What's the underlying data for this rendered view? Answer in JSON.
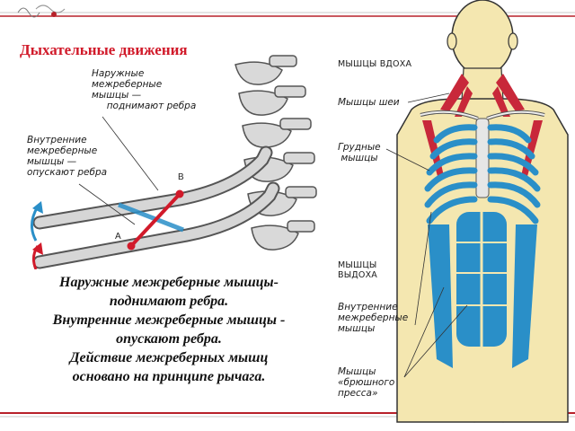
{
  "title": "Дыхательные движения",
  "left_diagram": {
    "label_external": "Наружные\nмежреберные\nмышцы —\n     поднимают ребра",
    "label_internal": "Внутренние\nмежреберные\nмышцы —\nопускают ребра",
    "point_b": "В",
    "point_a": "А"
  },
  "main_text": {
    "line1": "Наружные межреберные мышцы-",
    "line2": "поднимают ребра.",
    "line3": "Внутренние межреберные мышцы -",
    "line4": "опускают ребра.",
    "line5": "Действие межреберных мышц",
    "line6": "основано на принципе рычага."
  },
  "right_diagram": {
    "inhale_heading": "МЫШЦЫ ВДОХА",
    "neck_muscles": "Мышцы шеи",
    "chest_muscles": "Грудные\n мышцы",
    "exhale_heading": "МЫШЦЫ\nВЫДОХА",
    "internal_intercostal": "Внутренние\nмежреберные\nмышцы",
    "abdominal_muscles": "Мышцы\n«брюшного\nпресса»"
  },
  "colors": {
    "title_red": "#d11a2a",
    "muscle_red": "#c8283a",
    "muscle_blue": "#2a8fc8",
    "skin": "#f4e7b0",
    "frame_red": "#b8212a"
  }
}
